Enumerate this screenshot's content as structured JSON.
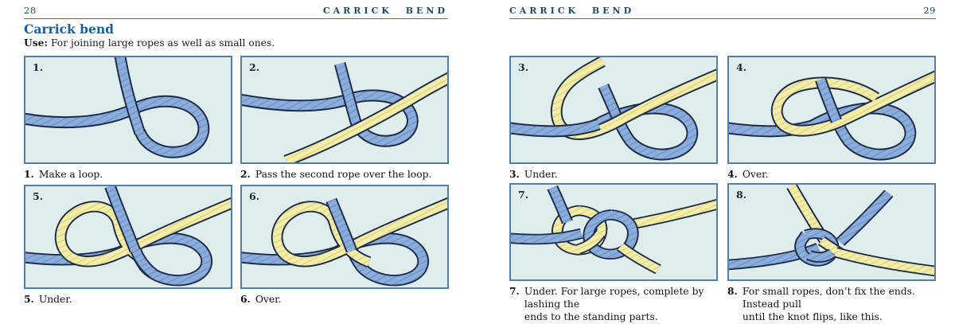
{
  "colors": {
    "header_text": "#21496f",
    "rule_red": "#b8463e",
    "title_blue": "#15609f",
    "body_text": "#141414",
    "panel_bg": "#dfeeec",
    "panel_border": "#4e81a5",
    "rope_outline": "#1f2c49",
    "rope_blue": "#8badd9",
    "rope_blue_shade": "#5b7ec4",
    "rope_yellow": "#f3edaa",
    "rope_yellow_shade": "#d8c973"
  },
  "left_page": {
    "page_number": "28",
    "header": "CARRICK BEND",
    "title": "Carrick bend",
    "use_label": "Use:",
    "use_text": "For joining large ropes as well as small ones.",
    "panels": [
      {
        "num": "1.",
        "caption": "Make a loop."
      },
      {
        "num": "2.",
        "caption": "Pass the second rope over the loop."
      },
      {
        "num": "5.",
        "caption": "Under."
      },
      {
        "num": "6.",
        "caption": "Over."
      }
    ]
  },
  "right_page": {
    "page_number": "29",
    "header": "CARRICK BEND",
    "panels": [
      {
        "num": "3.",
        "caption": "Under."
      },
      {
        "num": "4.",
        "caption": "Over."
      },
      {
        "num": "7.",
        "caption": "Under. For large ropes, complete by lashing the\nends to the standing parts."
      },
      {
        "num": "8.",
        "caption": "For small ropes, don’t fix the ends. Instead pull\nuntil the knot flips, like this."
      }
    ]
  }
}
